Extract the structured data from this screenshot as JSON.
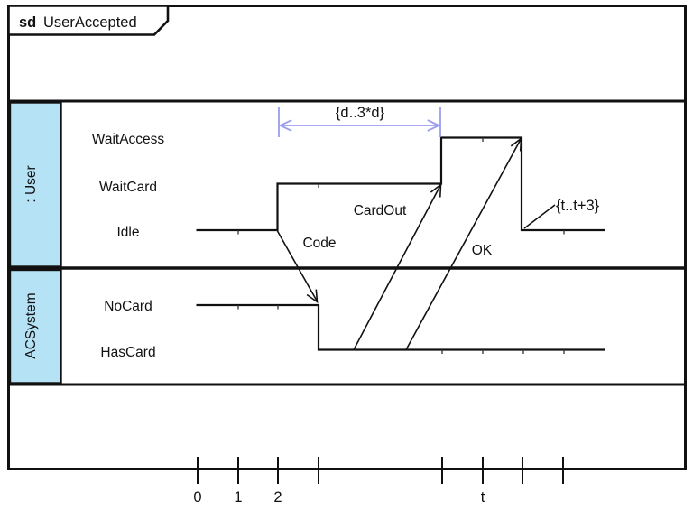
{
  "diagram": {
    "frame_keyword": "sd",
    "frame_title": "UserAccepted"
  },
  "lanes": [
    {
      "name": ": User",
      "states": [
        "WaitAccess",
        "WaitCard",
        "Idle"
      ]
    },
    {
      "name": "ACSystem",
      "states": [
        "NoCard",
        "HasCard"
      ]
    }
  ],
  "messages": [
    {
      "label": "Code"
    },
    {
      "label": "CardOut"
    },
    {
      "label": "OK"
    }
  ],
  "constraints": [
    {
      "label": "{d..3*d}"
    },
    {
      "label": "{t..t+3}"
    }
  ],
  "timeline": {
    "tick_labels": [
      "0",
      "1",
      "2",
      "t"
    ]
  },
  "colors": {
    "lane_fill": "#B5E3F5",
    "constraint": "#9B9BF0",
    "line": "#111111"
  }
}
